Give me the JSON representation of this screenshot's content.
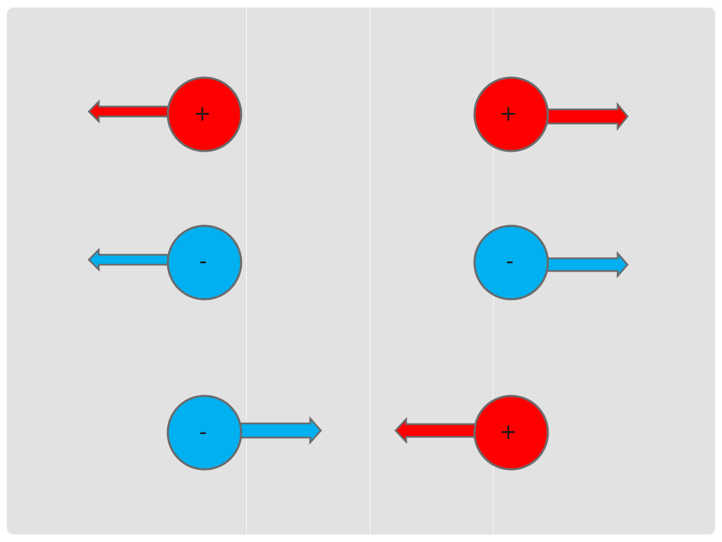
{
  "colors": {
    "background": "#e2e2e2",
    "divider": "#f7f7f7",
    "positive": "#ff0000",
    "negative": "#00b0f0",
    "outline": "#6b6b6b",
    "sign_text": "#1a1a1a"
  },
  "charges": [
    {
      "sign": "+",
      "polarity": "positive",
      "force_direction": "left"
    },
    {
      "sign": "+",
      "polarity": "positive",
      "force_direction": "right"
    },
    {
      "sign": "-",
      "polarity": "negative",
      "force_direction": "left"
    },
    {
      "sign": "-",
      "polarity": "negative",
      "force_direction": "right"
    },
    {
      "sign": "-",
      "polarity": "negative",
      "force_direction": "right"
    },
    {
      "sign": "+",
      "polarity": "positive",
      "force_direction": "left"
    }
  ]
}
